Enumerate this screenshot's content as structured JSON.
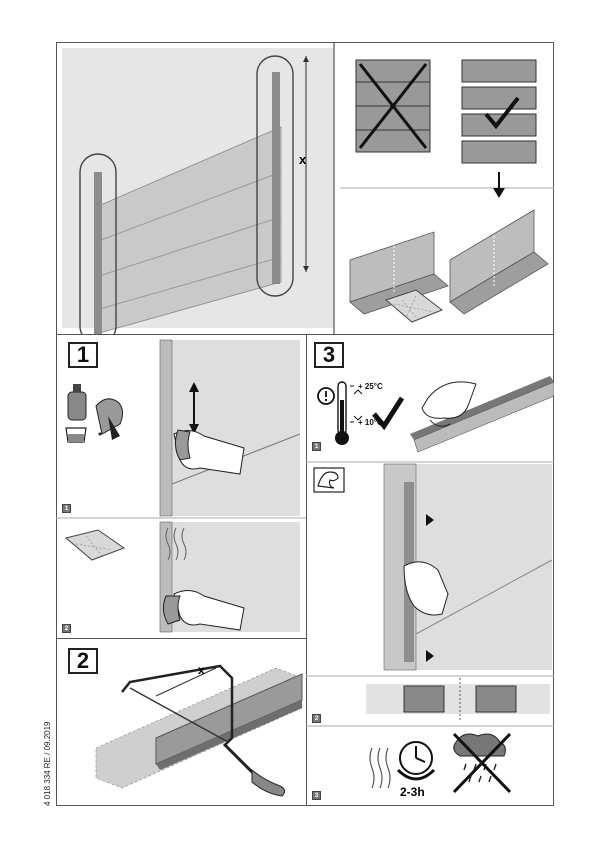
{
  "document": {
    "reference": "4 018 334  RE / 09.2019"
  },
  "overview": {
    "dimension_mark": "x"
  },
  "step1": {
    "number": "1",
    "sub1": "1",
    "sub2": "2"
  },
  "step2": {
    "number": "2",
    "dimension_mark": "x"
  },
  "step3": {
    "number": "3",
    "temp_max": "+ 25°C",
    "temp_min": "+ 10°C",
    "sub1": "1",
    "sub2": "2",
    "sub3": "3",
    "cure_time": "2-3h"
  },
  "icons": [
    "cross-mark-icon",
    "check-mark-icon",
    "arrow-down-icon",
    "detergent-bottle-icon",
    "water-bucket-icon",
    "cleaning-cloth-icon",
    "adhesive-pad-icon",
    "info-icon",
    "thermometer-icon",
    "muscle-arm-icon",
    "heat-waves-icon",
    "clock-icon",
    "no-rain-icon"
  ]
}
